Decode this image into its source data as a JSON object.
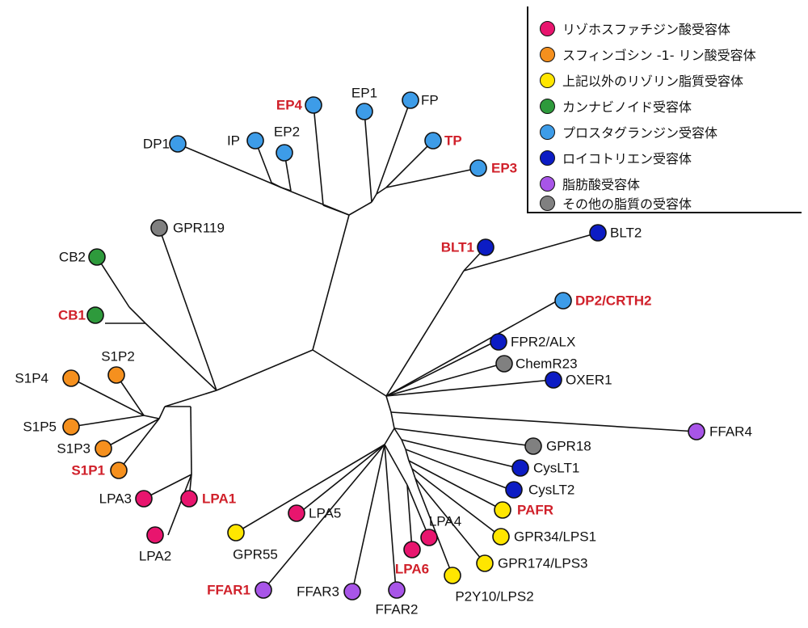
{
  "colors": {
    "lysophospholipid": "#e8156e",
    "sphingosine1p": "#f5901e",
    "other_lyso": "#ffe600",
    "cannabinoid": "#2e9a3c",
    "prostanoid": "#3d9ce8",
    "leukotriene": "#0c1cc4",
    "fatty_acid": "#a855e8",
    "other_lipid": "#808080"
  },
  "legend": [
    {
      "label": "リゾホスファチジン酸受容体",
      "color": "#e8156e"
    },
    {
      "label": "スフィンゴシン -1- リン酸受容体",
      "color": "#f5901e"
    },
    {
      "label": "上記以外のリゾリン脂質受容体",
      "color": "#ffe600"
    },
    {
      "label": "カンナビノイド受容体",
      "color": "#2e9a3c"
    },
    {
      "label": "プロスタグランジン受容体",
      "color": "#3d9ce8"
    },
    {
      "label": "ロイコトリエン受容体",
      "color": "#0c1cc4"
    },
    {
      "label": "脂肪酸受容体",
      "color": "#a855e8"
    },
    {
      "label": "その他の脂質の受容体",
      "color": "#808080"
    }
  ],
  "tree": {
    "nodes": [
      {
        "id": "DP1",
        "label": "DP1",
        "category": "prostanoid",
        "highlight": false
      },
      {
        "id": "IP",
        "label": "IP",
        "category": "prostanoid",
        "highlight": false
      },
      {
        "id": "EP2",
        "label": "EP2",
        "category": "prostanoid",
        "highlight": false
      },
      {
        "id": "EP4",
        "label": "EP4",
        "category": "prostanoid",
        "highlight": true
      },
      {
        "id": "EP1",
        "label": "EP1",
        "category": "prostanoid",
        "highlight": false
      },
      {
        "id": "FP",
        "label": "FP",
        "category": "prostanoid",
        "highlight": false
      },
      {
        "id": "TP",
        "label": "TP",
        "category": "prostanoid",
        "highlight": true
      },
      {
        "id": "EP3",
        "label": "EP3",
        "category": "prostanoid",
        "highlight": true
      },
      {
        "id": "GPR119",
        "label": "GPR119",
        "category": "other_lipid",
        "highlight": false
      },
      {
        "id": "CB2",
        "label": "CB2",
        "category": "cannabinoid",
        "highlight": false
      },
      {
        "id": "CB1",
        "label": "CB1",
        "category": "cannabinoid",
        "highlight": true
      },
      {
        "id": "S1P4",
        "label": "S1P4",
        "category": "sphingosine1p",
        "highlight": false
      },
      {
        "id": "S1P2",
        "label": "S1P2",
        "category": "sphingosine1p",
        "highlight": false
      },
      {
        "id": "S1P5",
        "label": "S1P5",
        "category": "sphingosine1p",
        "highlight": false
      },
      {
        "id": "S1P3",
        "label": "S1P3",
        "category": "sphingosine1p",
        "highlight": false
      },
      {
        "id": "S1P1",
        "label": "S1P1",
        "category": "sphingosine1p",
        "highlight": true
      },
      {
        "id": "LPA3",
        "label": "LPA3",
        "category": "lysophospholipid",
        "highlight": false
      },
      {
        "id": "LPA1",
        "label": "LPA1",
        "category": "lysophospholipid",
        "highlight": true
      },
      {
        "id": "LPA2",
        "label": "LPA2",
        "category": "lysophospholipid",
        "highlight": false
      },
      {
        "id": "LPA5",
        "label": "LPA5",
        "category": "lysophospholipid",
        "highlight": false
      },
      {
        "id": "GPR55",
        "label": "GPR55",
        "category": "other_lyso",
        "highlight": false
      },
      {
        "id": "FFAR1",
        "label": "FFAR1",
        "category": "fatty_acid",
        "highlight": true
      },
      {
        "id": "FFAR3",
        "label": "FFAR3",
        "category": "fatty_acid",
        "highlight": false
      },
      {
        "id": "FFAR2",
        "label": "FFAR2",
        "category": "fatty_acid",
        "highlight": false
      },
      {
        "id": "LPA6",
        "label": "LPA6",
        "category": "lysophospholipid",
        "highlight": true
      },
      {
        "id": "LPA4",
        "label": "LPA4",
        "category": "lysophospholipid",
        "highlight": false
      },
      {
        "id": "P2Y10",
        "label": "P2Y10/LPS2",
        "category": "other_lyso",
        "highlight": false
      },
      {
        "id": "GPR174",
        "label": "GPR174/LPS3",
        "category": "other_lyso",
        "highlight": false
      },
      {
        "id": "GPR34",
        "label": "GPR34/LPS1",
        "category": "other_lyso",
        "highlight": false
      },
      {
        "id": "PAFR",
        "label": "PAFR",
        "category": "other_lyso",
        "highlight": true
      },
      {
        "id": "CysLT2",
        "label": "CysLT2",
        "category": "leukotriene",
        "highlight": false
      },
      {
        "id": "CysLT1",
        "label": "CysLT1",
        "category": "leukotriene",
        "highlight": false
      },
      {
        "id": "GPR18",
        "label": "GPR18",
        "category": "other_lipid",
        "highlight": false
      },
      {
        "id": "FFAR4",
        "label": "FFAR4",
        "category": "fatty_acid",
        "highlight": false
      },
      {
        "id": "OXER1",
        "label": "OXER1",
        "category": "leukotriene",
        "highlight": false
      },
      {
        "id": "ChemR23",
        "label": "ChemR23",
        "category": "other_lipid",
        "highlight": false
      },
      {
        "id": "FPR2",
        "label": "FPR2/ALX",
        "category": "leukotriene",
        "highlight": false
      },
      {
        "id": "DP2",
        "label": "DP2/CRTH2",
        "category": "prostanoid",
        "highlight": true
      },
      {
        "id": "BLT1",
        "label": "BLT1",
        "category": "leukotriene",
        "highlight": true
      },
      {
        "id": "BLT2",
        "label": "BLT2",
        "category": "leukotriene",
        "highlight": false
      }
    ]
  }
}
